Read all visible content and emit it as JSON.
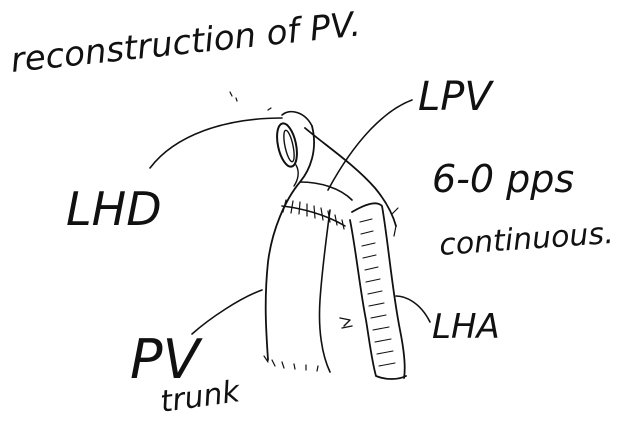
{
  "diagram": {
    "title": "reconstruction of PV.",
    "labels": {
      "lpv": "LPV",
      "lhd": "LHD",
      "lha": "LHA",
      "pv": "PV",
      "trunk": "trunk"
    },
    "notes": {
      "suture": "6-0 pps",
      "technique": "continuous."
    }
  }
}
